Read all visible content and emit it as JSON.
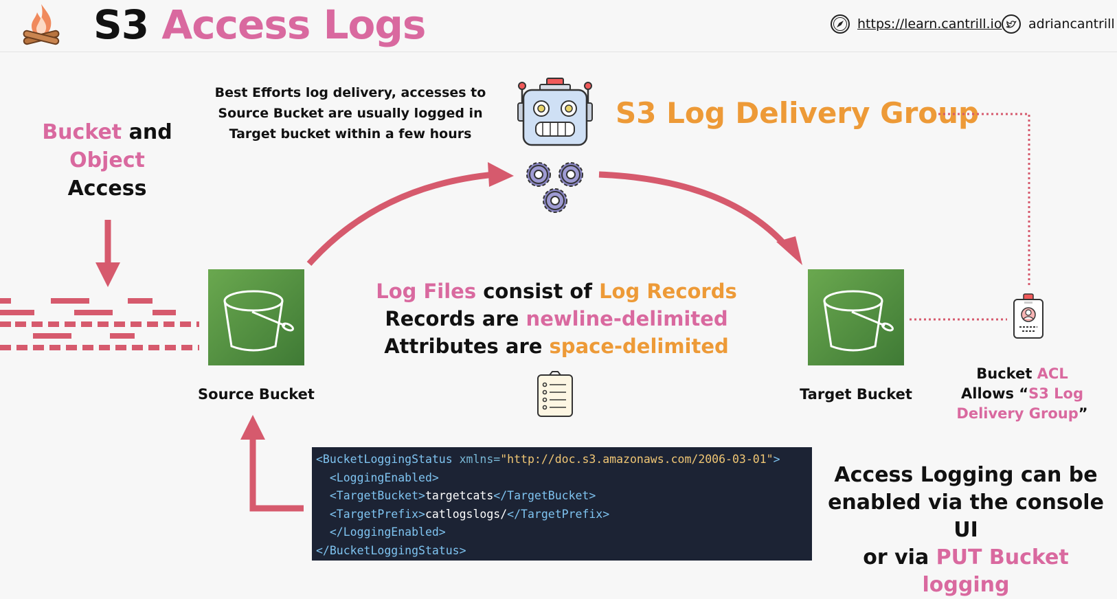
{
  "header": {
    "title_part1": "S3",
    "title_part2": "Access Logs",
    "website": "https://learn.cantrill.io",
    "twitter": "adriancantrill"
  },
  "note": {
    "line1": "Best Efforts log delivery, accesses to",
    "line2": "Source Bucket are usually logged in",
    "line3": "Target bucket within a few hours"
  },
  "group_title": "S3 Log Delivery Group",
  "access": {
    "word1": "Bucket",
    "word2": "and",
    "word3": "Object",
    "word4": "Access"
  },
  "source_bucket_label": "Source Bucket",
  "target_bucket_label": "Target Bucket",
  "center": {
    "l1_a": "Log Files",
    "l1_b": "consist of",
    "l1_c": "Log Records",
    "l2_a": "Records are",
    "l2_b": "newline-delimited",
    "l3_a": "Attributes are",
    "l3_b": "space-delimited"
  },
  "acl": {
    "a": "Bucket",
    "b": "ACL",
    "c": "Allows “",
    "d": "S3 Log Delivery Group",
    "e": "”"
  },
  "enable": {
    "line1": "Access Logging can be",
    "line2": "enabled via the console UI",
    "line3_a": "or via",
    "line3_b": "PUT Bucket logging"
  },
  "code": {
    "l1_tag": "<BucketLoggingStatus",
    "l1_attr": " xmlns=",
    "l1_val": "\"http://doc.s3.amazonaws.com/2006-03-01\"",
    "l1_end": ">",
    "l2": "  <LoggingEnabled>",
    "l3_open": "  <TargetBucket>",
    "l3_text": "targetcats",
    "l3_close": "</TargetBucket>",
    "l4_open": "  <TargetPrefix>",
    "l4_text": "catlogslogs/",
    "l4_close": "</TargetPrefix>",
    "l5": "  </LoggingEnabled>",
    "l6": "</BucketLoggingStatus>"
  },
  "colors": {
    "pink": "#d9699f",
    "orange": "#ed9a37",
    "arrow": "#d65a6d",
    "bucket_green": "#4f8c3f",
    "code_bg": "#1c2334"
  }
}
